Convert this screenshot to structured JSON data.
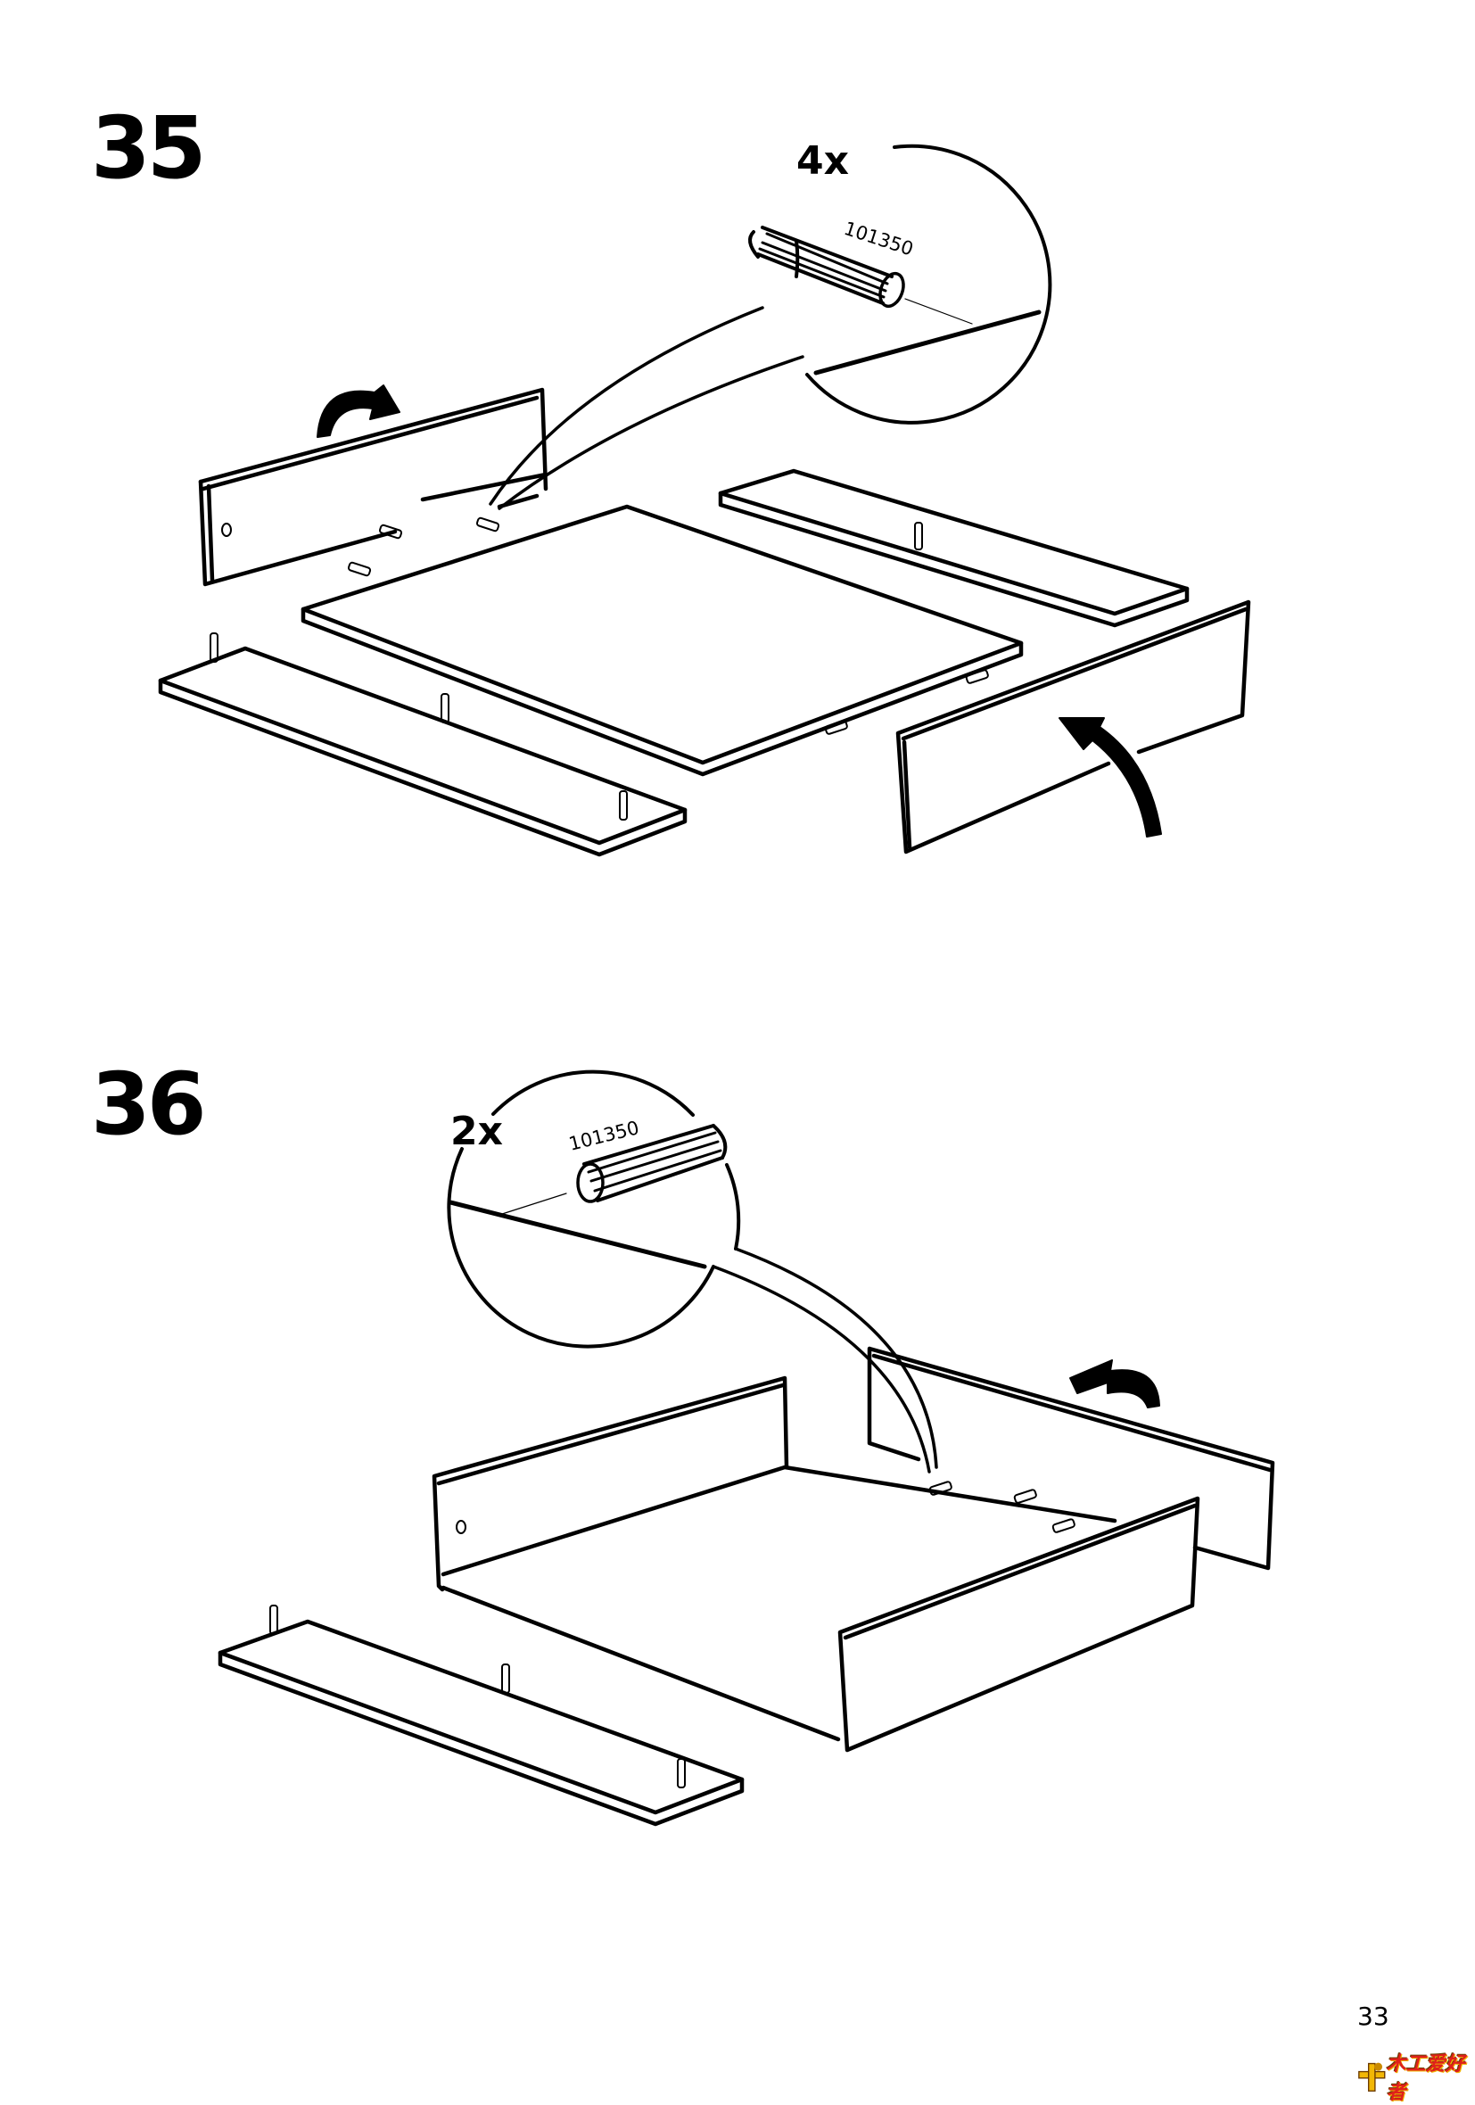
{
  "page": {
    "page_number": "33",
    "watermark_text": "木工爱好者",
    "colors": {
      "ink": "#000000",
      "paper": "#ffffff",
      "watermark_red": "#e0201b",
      "watermark_gold": "#f2b705"
    }
  },
  "steps": [
    {
      "number": "35",
      "callout": {
        "quantity": "4x",
        "part_code": "101350",
        "part_icon": "wooden-dowel-icon"
      },
      "arrows": [
        "curved-arrow-rotate-back-panel-icon",
        "curved-arrow-raise-front-panel-icon"
      ],
      "components": [
        "back-panel",
        "drawer-bottom-board",
        "left-side-rail",
        "right-side-rail",
        "front-panel"
      ]
    },
    {
      "number": "36",
      "callout": {
        "quantity": "2x",
        "part_code": "101350",
        "part_icon": "wooden-dowel-icon"
      },
      "arrows": [
        "curved-arrow-rotate-back-panel-icon"
      ],
      "components": [
        "partially-assembled-drawer",
        "back-panel",
        "side-rail"
      ]
    }
  ]
}
